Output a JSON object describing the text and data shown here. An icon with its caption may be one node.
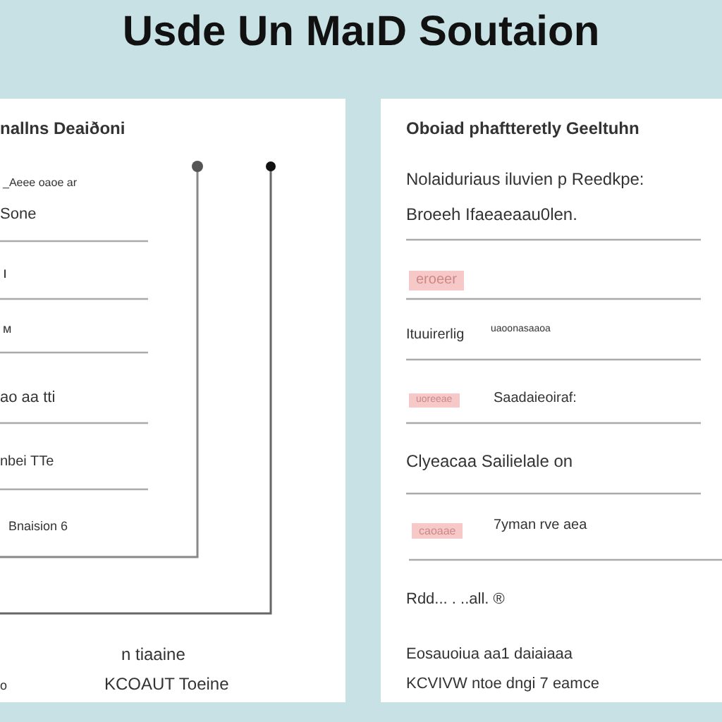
{
  "diagram": {
    "title": "Usde Un MaıD Soutaion",
    "labels": [
      "nallns Deaiðoni",
      "_Aeee  oaoe ar",
      "Sone",
      "ı",
      "м",
      "ao aa tti",
      "nbei TTe",
      "Bnaision 6",
      "o",
      "n tiaaine",
      "KCOAUT Toeine",
      "Oboiad phaftteretly Geeltuhn",
      "Nolaiduriaus iluvien p Reedkpe:",
      "Broeeh Ifaeaeaau0len.",
      "eroeer",
      "Ituuirerlig",
      "uaoonasaaoa",
      "uoreeae",
      "Saadaieoiraf:",
      "Clyeacaa Sailielale on",
      "caoaae",
      "7yman rve aea",
      "Rdd... . ..all. ®",
      "Eosauoiua aa1 daiaiaaa",
      "KCVIVW ntoe dngi 7 eamce"
    ]
  }
}
